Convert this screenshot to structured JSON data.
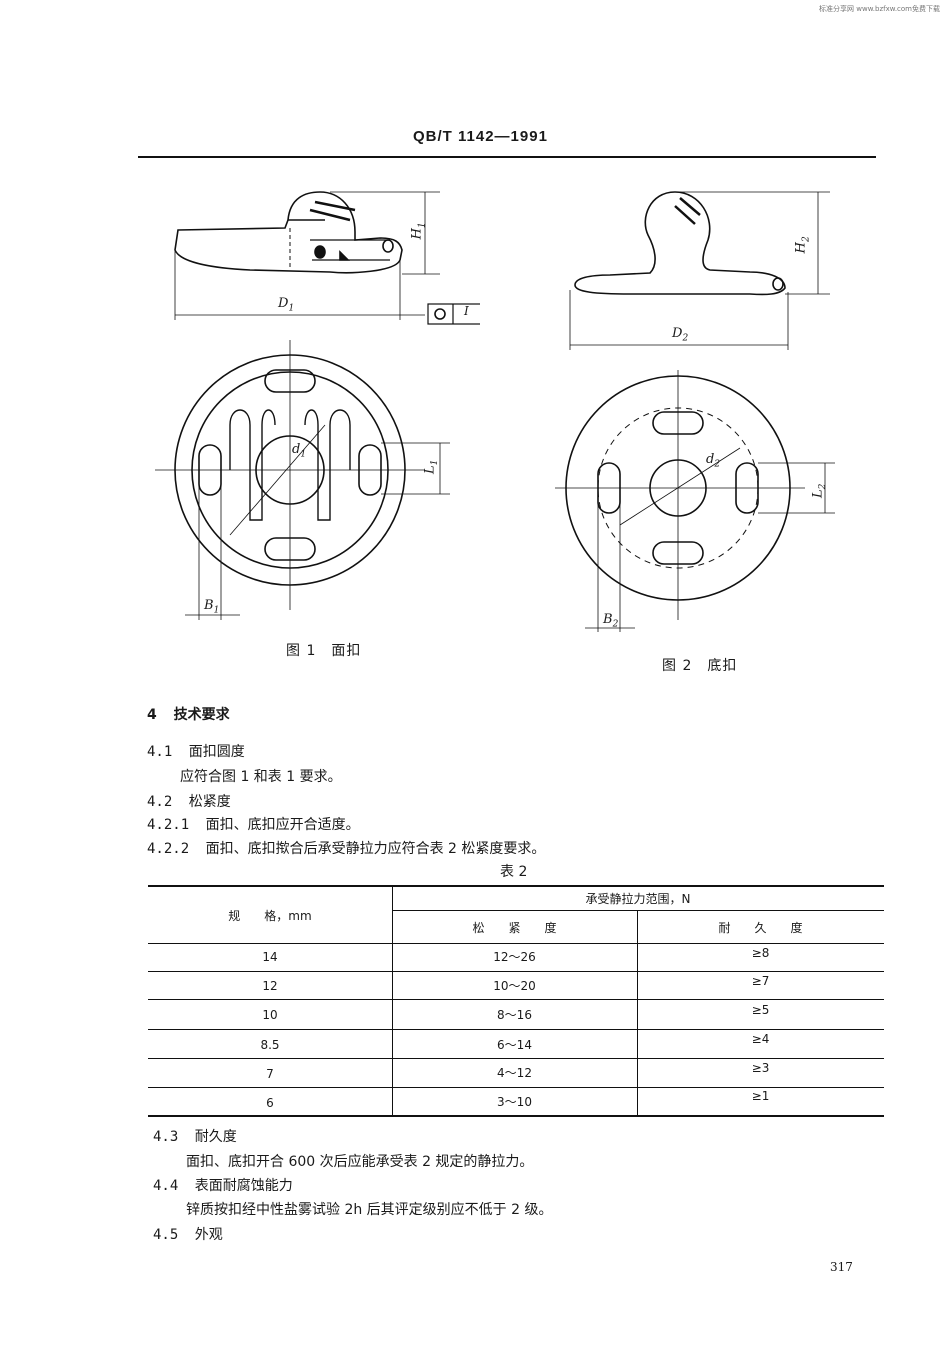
{
  "watermark": "标准分享网 www.bzfxw.com免费下载",
  "header": {
    "standard_no": "QB/T 1142—1991"
  },
  "figure1": {
    "caption": "图 1　面扣",
    "labels": {
      "H1": "H",
      "H1_sub": "1",
      "D1": "D",
      "D1_sub": "1",
      "d1": "d",
      "d1_sub": "1",
      "L1": "L",
      "L1_sub": "1",
      "B1": "B",
      "B1_sub": "1",
      "tol_box": "I"
    }
  },
  "figure2": {
    "caption": "图 2　底扣",
    "labels": {
      "H2": "H",
      "H2_sub": "2",
      "D2": "D",
      "D2_sub": "2",
      "d2": "d",
      "d2_sub": "2",
      "L2": "L",
      "L2_sub": "2",
      "B2": "B",
      "B2_sub": "2"
    }
  },
  "section4": {
    "heading_no": "4",
    "heading": "技术要求",
    "s4_1_no": "4.1",
    "s4_1_title": "面扣圆度",
    "s4_1_text": "应符合图 1 和表 1 要求。",
    "s4_2_no": "4.2",
    "s4_2_title": "松紧度",
    "s4_2_1_no": "4.2.1",
    "s4_2_1_text": "面扣、底扣应开合适度。",
    "s4_2_2_no": "4.2.2",
    "s4_2_2_text": "面扣、底扣揿合后承受静拉力应符合表 2 松紧度要求。",
    "table_title": "表 2",
    "s4_3_no": "4.3",
    "s4_3_title": "耐久度",
    "s4_3_text": "面扣、底扣开合 600 次后应能承受表 2 规定的静拉力。",
    "s4_4_no": "4.4",
    "s4_4_title": "表面耐腐蚀能力",
    "s4_4_text": "锌质按扣经中性盐雾试验 2h 后其评定级别应不低于 2 级。",
    "s4_5_no": "4.5",
    "s4_5_title": "外观"
  },
  "table2": {
    "col_spec": "规　　格，mm",
    "col_group": "承受静拉力范围，N",
    "col_tight": "松　　紧　　度",
    "col_durable": "耐　　久　　度",
    "rows": [
      {
        "spec": "14",
        "tight": "12～26",
        "durable": "≥8"
      },
      {
        "spec": "12",
        "tight": "10～20",
        "durable": "≥7"
      },
      {
        "spec": "10",
        "tight": "8～16",
        "durable": "≥5"
      },
      {
        "spec": "8.5",
        "tight": "6～14",
        "durable": "≥4"
      },
      {
        "spec": "7",
        "tight": "4～12",
        "durable": "≥3"
      },
      {
        "spec": "6",
        "tight": "3～10",
        "durable": "≥1"
      }
    ]
  },
  "page_number": "317"
}
